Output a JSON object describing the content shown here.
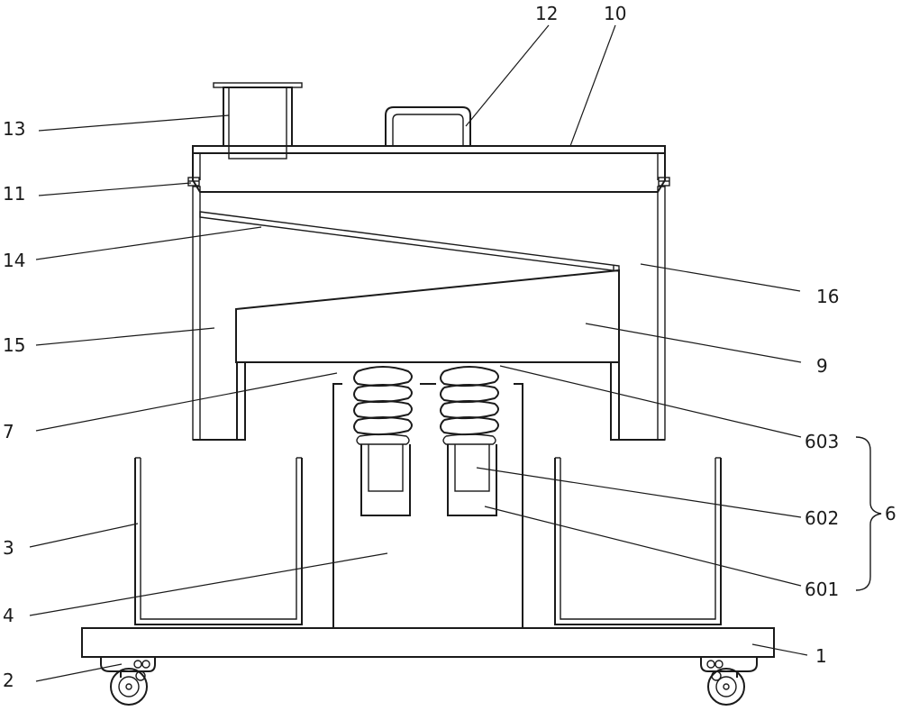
{
  "labels": {
    "n1": "1",
    "n2": "2",
    "n3": "3",
    "n4": "4",
    "n6": "6",
    "n7": "7",
    "n9": "9",
    "n10": "10",
    "n11": "11",
    "n12": "12",
    "n13": "13",
    "n14": "14",
    "n15": "15",
    "n16": "16",
    "n601": "601",
    "n602": "602",
    "n603": "603"
  },
  "colors": {
    "line": "#1a1a1a",
    "background": "#ffffff"
  }
}
